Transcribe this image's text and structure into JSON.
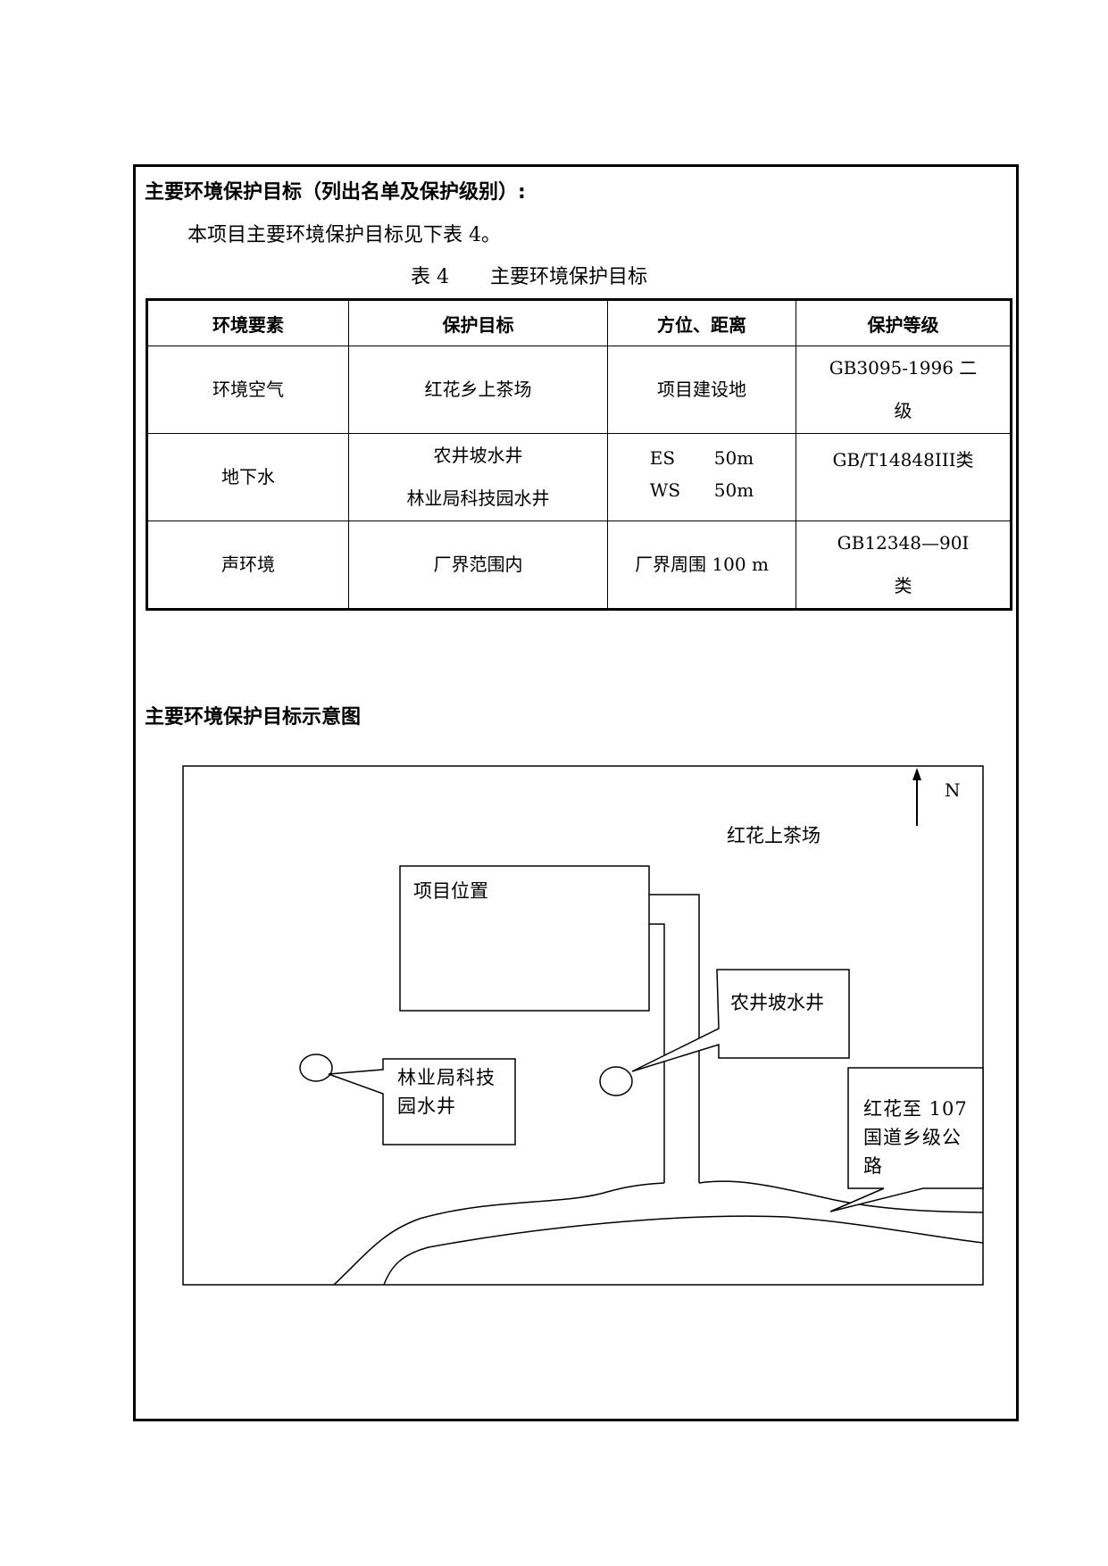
{
  "section1": {
    "title": "主要环境保护目标（列出名单及保护级别）:",
    "paragraph": "本项目主要环境保护目标见下表 4。",
    "caption_number": "表 4",
    "caption_title": "主要环境保护目标"
  },
  "table": {
    "headers": [
      "环境要素",
      "保护目标",
      "方位、距离",
      "保护等级"
    ],
    "rows": [
      {
        "element": "环境空气",
        "targets": [
          "红花乡上茶场"
        ],
        "distance": "项目建设地",
        "level": [
          "GB3095-1996 二",
          "级"
        ]
      },
      {
        "element": "地下水",
        "targets": [
          "农井坡水井",
          "林业局科技园水井"
        ],
        "distance_pairs": [
          {
            "dir": "ES",
            "dist": "50m"
          },
          {
            "dir": "WS",
            "dist": "50m"
          }
        ],
        "level": [
          "GB/T14848III类"
        ]
      },
      {
        "element": "声环境",
        "targets": [
          "厂界范围内"
        ],
        "distance": "厂界周围 100 m",
        "level": [
          "GB12348—90Ⅰ",
          "类"
        ]
      }
    ]
  },
  "section2": {
    "title": "主要环境保护目标示意图"
  },
  "diagram": {
    "north": "N",
    "tea_farm": "红花上茶场",
    "project": "项目位置",
    "well_east": "农井坡水井",
    "well_west": "林业局科技园水井",
    "road": "红花至 107 国道乡级公路"
  }
}
